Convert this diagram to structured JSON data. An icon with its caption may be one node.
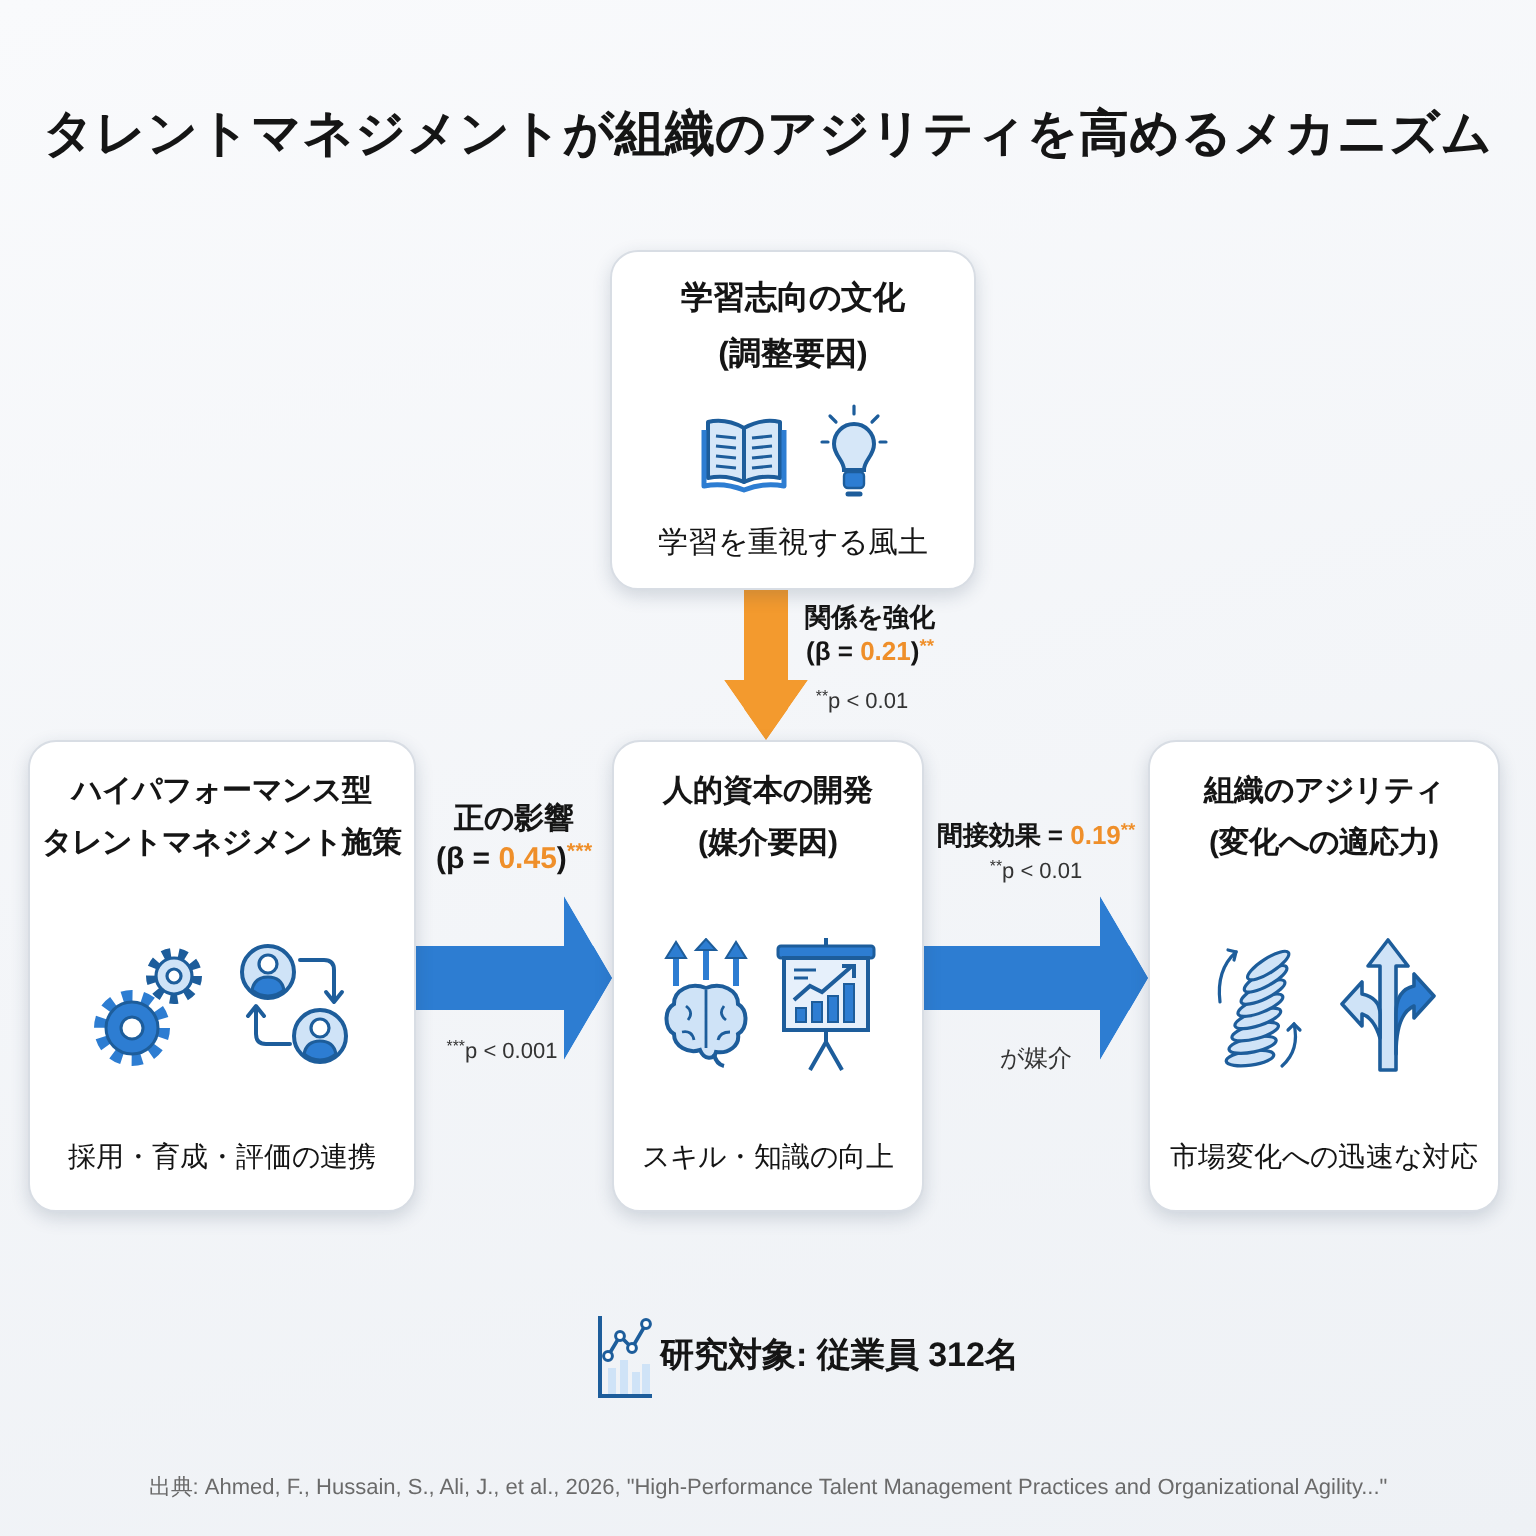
{
  "diagram": {
    "title": "タレントマネジメントが組織のアジリティを高めるメカニズム",
    "nodes": [
      {
        "text": [
          "学習志向の文化(調整要因)",
          "学習を重視する風土"
        ]
      },
      {
        "text": [
          "ハイパフォーマンス型タレントマネジメント施策",
          "採用・育成・評価の連携"
        ]
      },
      {
        "text": [
          "人的資本の開発(媒介要因)",
          "スキル・知識の向上"
        ]
      },
      {
        "text": [
          "組織のアジリティ(変化への適応力)",
          "市場変化への迅速な対応"
        ]
      }
    ],
    "edges": [
      {
        "from": 0,
        "to": 2,
        "arrow": "to",
        "label": "関係を強化(β = 0.21)$^{**}$",
        "color": "#f39a2e"
      },
      {
        "from": 1,
        "to": 2,
        "arrow": "to",
        "label": "正の影響(β = 0.45)$^{***}$"
      },
      {
        "from": 2,
        "to": 3,
        "arrow": "to",
        "label": "間接効果 = 0.19$^{**}$"
      }
    ],
    "labels": [
      "$^{**}$p < 0.01",
      "$^{***}$p < 0.001",
      "$^{**}$p < 0.01",
      "が媒介",
      "研究対象: 従業員 312名",
      "出典: Ahmed, F., Hussain, S., Ali, J., et al., 2026, \"High-Performance Talent Management Practices and Organizational Agility...\""
    ]
  }
}
